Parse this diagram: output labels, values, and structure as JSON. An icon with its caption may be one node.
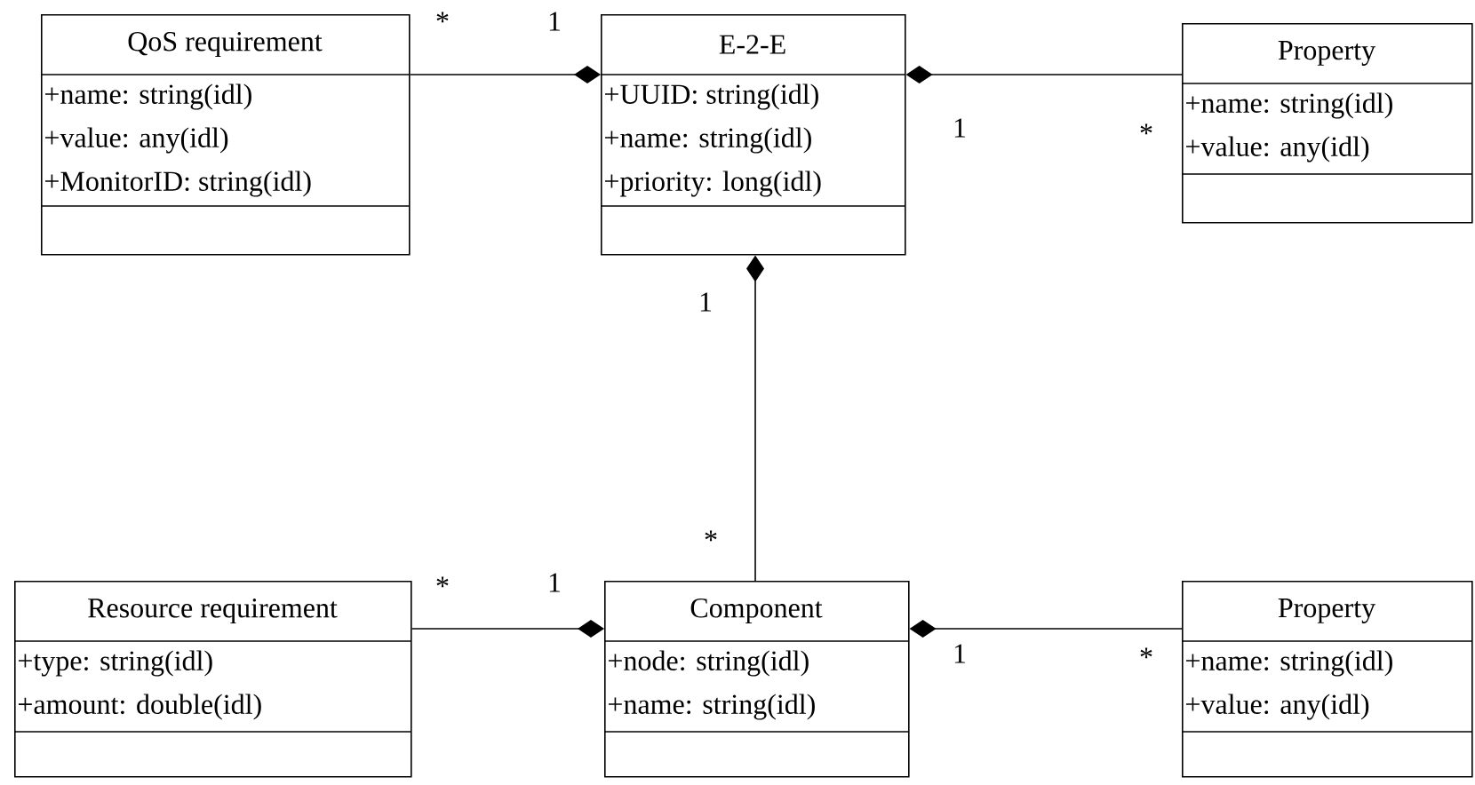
{
  "diagram": {
    "nodes": [
      {
        "text": [
          "QoS requirement",
          "+name: string(idl)",
          "+value: any(idl)",
          "+MonitorID: string(idl)"
        ]
      },
      {
        "text": [
          "E-2-E",
          "+UUID: string(idl)",
          "+name: string(idl)",
          "+priority: long(idl)"
        ]
      },
      {
        "text": [
          "Property",
          "+name: string(idl)",
          "+value: any(idl)"
        ]
      },
      {
        "text": [
          "Resource requirement",
          "+type: string(idl)",
          "+amount: double(idl)"
        ]
      },
      {
        "text": [
          "Component",
          "+node: string(idl)",
          "+name: string(idl)"
        ]
      },
      {
        "text": [
          "Property",
          "+name: string(idl)",
          "+value: any(idl)"
        ]
      }
    ],
    "edges": [
      {
        "from": 0,
        "to": 1,
        "arrow": "other"
      },
      {
        "from": 2,
        "to": 1,
        "arrow": "other"
      },
      {
        "from": 4,
        "to": 1,
        "arrow": "other"
      },
      {
        "from": 3,
        "to": 4,
        "arrow": "other"
      },
      {
        "from": 5,
        "to": 4,
        "arrow": "other"
      }
    ],
    "labels": [
      "*",
      "1",
      "1",
      "*",
      "1",
      "*",
      "*",
      "1",
      "1",
      "*"
    ]
  }
}
